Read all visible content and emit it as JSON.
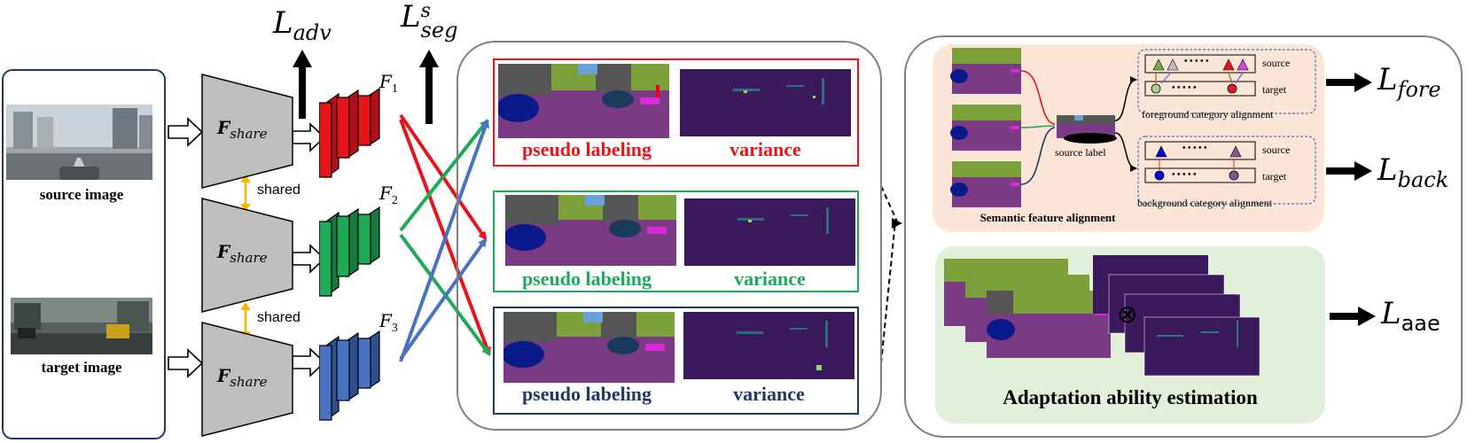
{
  "labels": {
    "source_image": "source image",
    "target_image": "target image",
    "shared": "shared",
    "f_share_main": "F",
    "f_share_sub": "share",
    "f1_main": "F",
    "f1_sub": "1",
    "f2_main": "F",
    "f2_sub": "2",
    "f3_main": "F",
    "f3_sub": "3",
    "l_adv_main": "L",
    "l_adv_sub": "adv",
    "l_seg_main": "L",
    "l_seg_sub": "seg",
    "l_seg_sup": "s",
    "pseudo_labeling": "pseudo labeling",
    "variance": "variance",
    "source_label": "source label",
    "source": "source",
    "target": "target",
    "foreground_alignment": "foreground category alignment",
    "background_alignment": "background category alignment",
    "semantic_feature_alignment": "Semantic feature alignment",
    "adaptation_ability_estimation": "Adaptation ability estimation",
    "l_fore_main": "L",
    "l_fore_sub": "fore",
    "l_back_main": "L",
    "l_back_sub": "back",
    "l_aae_main": "L",
    "l_aae_sub": "aae",
    "otimes": "⊗",
    "dots": "• • • • •"
  },
  "colors": {
    "branch1": "#e8141b",
    "branch2": "#1faa57",
    "branch3": "#4a72c2",
    "branch3_text": "#1f3864",
    "share_gray": "#bfbfbf",
    "sfa_bg": "#fbe5d6",
    "aae_bg": "#e2efda",
    "shared_arrow": "#f5b800",
    "seg_purple": "#7b3a84",
    "var_purple": "#3a1a5c"
  }
}
